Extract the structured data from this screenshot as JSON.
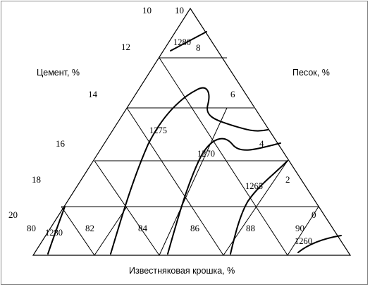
{
  "axes": {
    "left": {
      "title": "Цемент, %",
      "ticks": [
        "10",
        "12",
        "14",
        "16",
        "18",
        "20"
      ]
    },
    "right": {
      "title": "Песок, %",
      "ticks": [
        "10",
        "8",
        "6",
        "4",
        "2",
        "0"
      ]
    },
    "bottom": {
      "title": "Известняковая крошка, %",
      "ticks": [
        "80",
        "82",
        "84",
        "86",
        "88",
        "90"
      ]
    }
  },
  "isolines": [
    {
      "value": "1280"
    },
    {
      "value": "1280"
    },
    {
      "value": "1275"
    },
    {
      "value": "1270"
    },
    {
      "value": "1265"
    },
    {
      "value": "1260"
    }
  ],
  "colors": {
    "line": "#000000",
    "frame": "#8a8a8a",
    "background": "#ffffff"
  }
}
